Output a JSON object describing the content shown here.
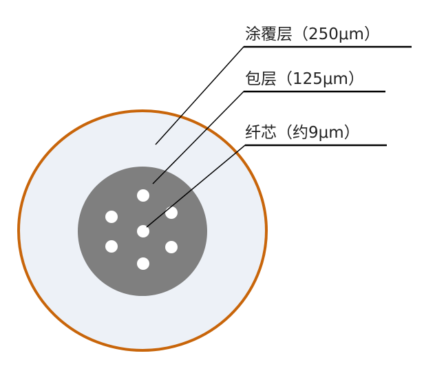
{
  "labels": {
    "coating": "涂覆层（250μm）",
    "cladding": "包层（125μm）",
    "core": "纤芯（约9μm）"
  },
  "colors": {
    "coating_stroke": "#C8650A",
    "coating_fill": "#EDF1F7",
    "cladding_fill": "#7F7F7F",
    "core_fill": "#FFFFFF",
    "leader": "#000000"
  },
  "core_count": 7
}
